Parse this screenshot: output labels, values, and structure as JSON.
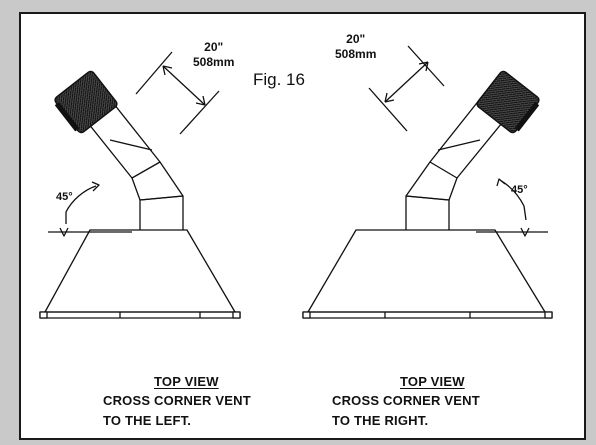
{
  "figure_label": "Fig. 16",
  "left": {
    "dimension_in": "20\"",
    "dimension_mm": "508mm",
    "angle": "45°",
    "view_title": "TOP VIEW",
    "caption_line1": "CROSS CORNER VENT",
    "caption_line2": "TO THE LEFT."
  },
  "right": {
    "dimension_in": "20\"",
    "dimension_mm": "508mm",
    "angle": "45°",
    "view_title": "TOP VIEW",
    "caption_line1": "CROSS CORNER VENT",
    "caption_line2": "TO THE RIGHT."
  }
}
